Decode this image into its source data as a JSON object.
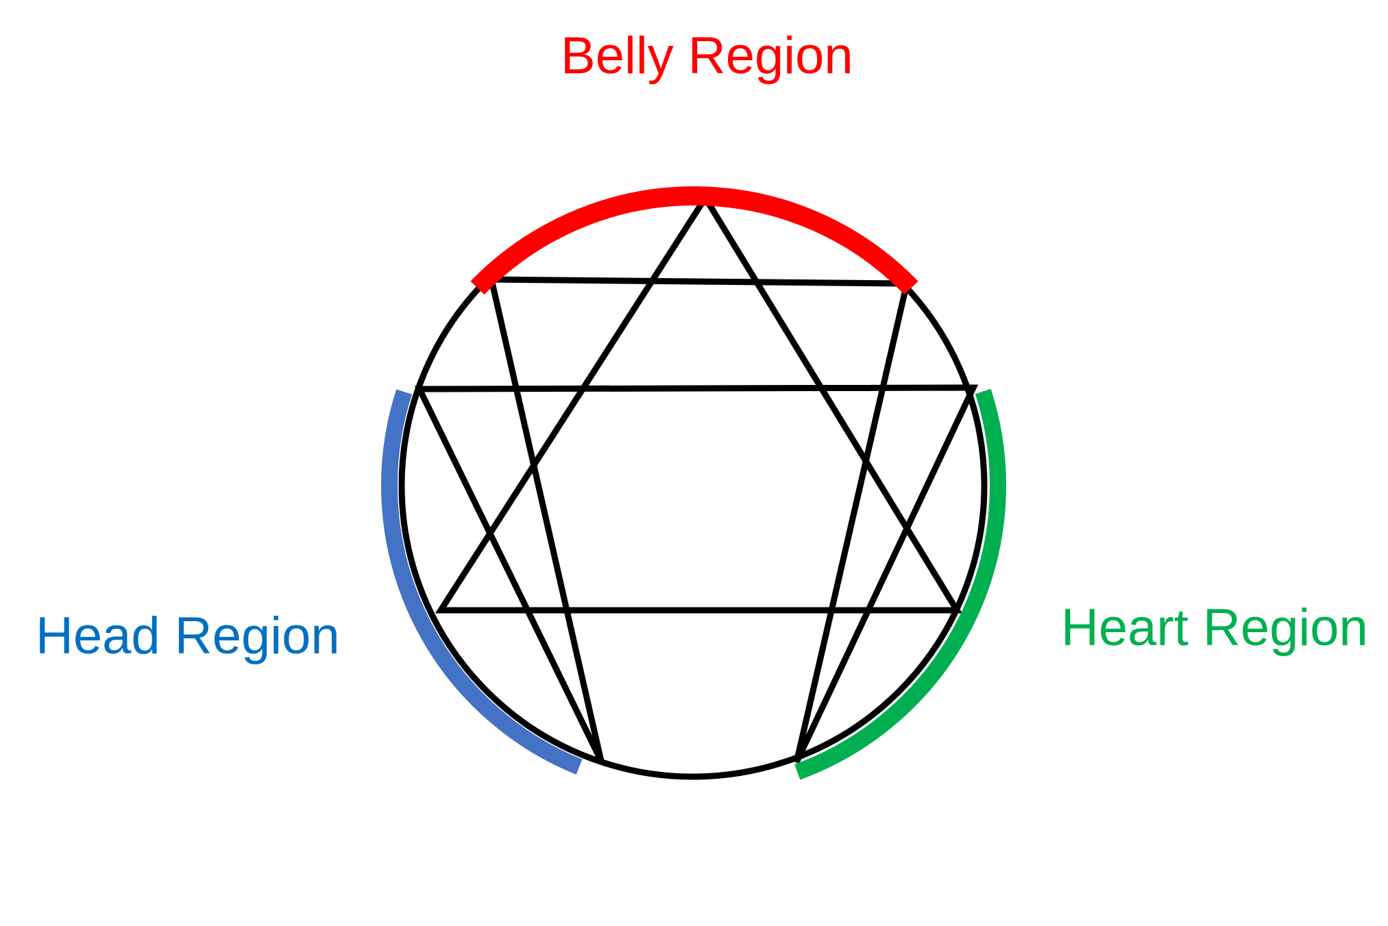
{
  "diagram": {
    "regions": {
      "belly": {
        "label": "Belly Region",
        "color": "#ff0000"
      },
      "head": {
        "label": "Head Region",
        "color": "#4472c4"
      },
      "heart": {
        "label": "Heart Region",
        "color": "#00b050"
      }
    },
    "label_colors": {
      "belly": "#ff0000",
      "head": "#0070c0",
      "heart": "#00b050"
    },
    "line_color": "#000000"
  }
}
